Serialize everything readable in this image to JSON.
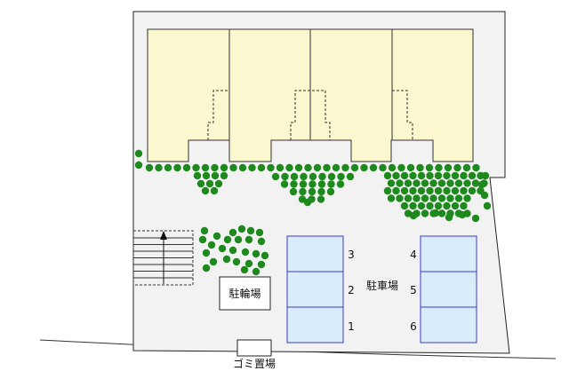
{
  "labels": {
    "bicycle_parking": "駐輪場",
    "car_parking": "駐車場",
    "garbage": "ゴミ置場"
  },
  "parking_numbers": {
    "left": [
      "3",
      "2",
      "1"
    ],
    "right": [
      "4",
      "5",
      "6"
    ]
  },
  "colors": {
    "site_fill": "#f2f2f2",
    "building_fill": "#fbf7cf",
    "parking_fill": "#d9ecfb",
    "parking_stroke": "#3a3acc",
    "tree": "#1e8a1e",
    "outline": "#222222"
  }
}
